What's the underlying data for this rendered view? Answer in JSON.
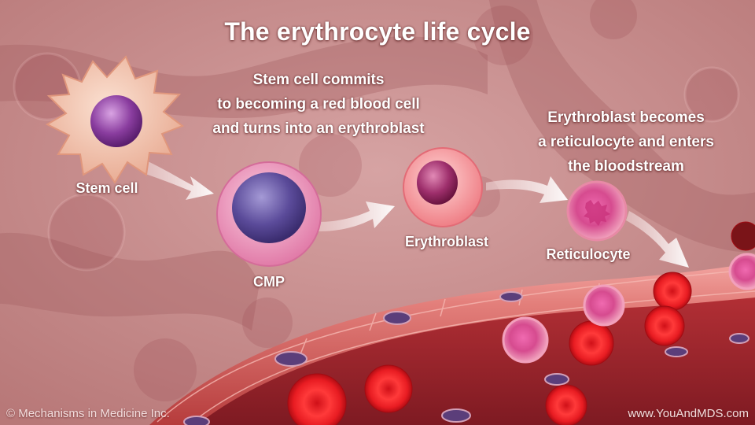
{
  "title": "The erythrocyte life cycle",
  "captions": {
    "stem_commit": [
      "Stem cell commits",
      "to becoming a red blood cell",
      "and turns into an erythroblast"
    ],
    "erythroblast_becomes": [
      "Erythroblast becomes",
      "a reticulocyte and enters",
      "the bloodstream"
    ]
  },
  "labels": {
    "stem_cell": "Stem cell",
    "cmp": "CMP",
    "erythroblast": "Erythroblast",
    "reticulocyte": "Reticulocyte"
  },
  "footer": {
    "copyright": "© Mechanisms in Medicine Inc.",
    "website": "www.YouAndMDS.com"
  },
  "colors": {
    "background": "#c98f8f",
    "vessel": "#c9524e",
    "red_cell": "#e21e1e",
    "nucleus": "#6a4d9c"
  }
}
